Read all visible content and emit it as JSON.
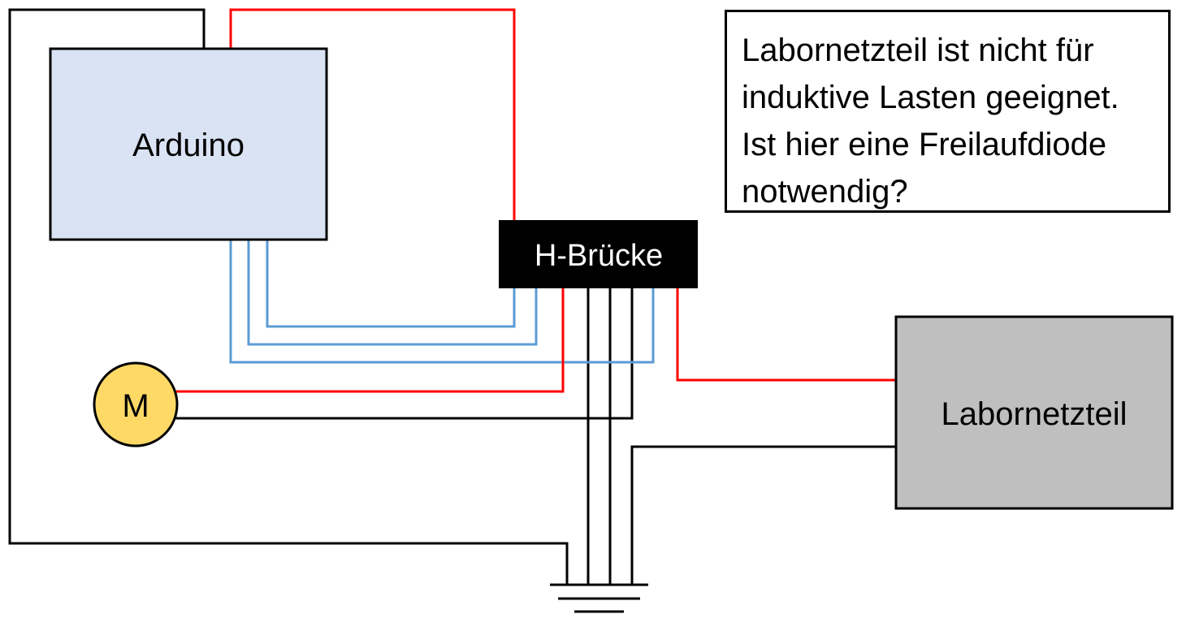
{
  "blocks": {
    "arduino": {
      "label": "Arduino",
      "fill": "#dae3f3"
    },
    "h_bridge": {
      "label": "H-Brücke",
      "fill": "#000000",
      "text_color": "#ffffff"
    },
    "power_supply": {
      "label": "Labornetzteil",
      "fill": "#bfbfbf"
    },
    "motor": {
      "label": "M",
      "fill": "#ffd966"
    }
  },
  "note": {
    "lines": [
      "Labornetzteil ist nicht für",
      "induktive Lasten geeignet.",
      "Ist hier eine Freilaufdiode",
      "notwendig?"
    ]
  },
  "wire_colors": {
    "power": "#ff0000",
    "ground": "#000000",
    "signal": "#5b9bd5"
  }
}
